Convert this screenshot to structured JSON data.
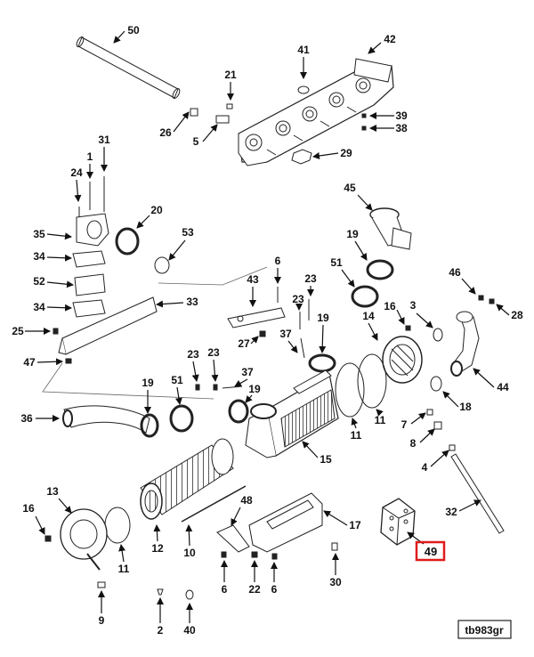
{
  "diagram": {
    "reference_code": "tb983gr",
    "highlighted_callout": "49",
    "highlight_color": "#e01b1b",
    "callouts": [
      {
        "id": "c50",
        "label": "50"
      },
      {
        "id": "c41",
        "label": "41"
      },
      {
        "id": "c42",
        "label": "42"
      },
      {
        "id": "c21",
        "label": "21"
      },
      {
        "id": "c39",
        "label": "39"
      },
      {
        "id": "c38",
        "label": "38"
      },
      {
        "id": "c26",
        "label": "26"
      },
      {
        "id": "c5",
        "label": "5"
      },
      {
        "id": "c29",
        "label": "29"
      },
      {
        "id": "c31",
        "label": "31"
      },
      {
        "id": "c24",
        "label": "24"
      },
      {
        "id": "c1",
        "label": "1"
      },
      {
        "id": "c45",
        "label": "45"
      },
      {
        "id": "c20",
        "label": "20"
      },
      {
        "id": "c35",
        "label": "35"
      },
      {
        "id": "c53",
        "label": "53"
      },
      {
        "id": "c34a",
        "label": "34"
      },
      {
        "id": "c19a",
        "label": "19"
      },
      {
        "id": "c52",
        "label": "52"
      },
      {
        "id": "c6a",
        "label": "6"
      },
      {
        "id": "c51a",
        "label": "51"
      },
      {
        "id": "c46",
        "label": "46"
      },
      {
        "id": "c34b",
        "label": "34"
      },
      {
        "id": "c43",
        "label": "43"
      },
      {
        "id": "c23a",
        "label": "23"
      },
      {
        "id": "c33",
        "label": "33"
      },
      {
        "id": "c23b",
        "label": "23"
      },
      {
        "id": "c16a",
        "label": "16"
      },
      {
        "id": "c3",
        "label": "3"
      },
      {
        "id": "c28",
        "label": "28"
      },
      {
        "id": "c25",
        "label": "25"
      },
      {
        "id": "c14",
        "label": "14"
      },
      {
        "id": "c19b",
        "label": "19"
      },
      {
        "id": "c37a",
        "label": "37"
      },
      {
        "id": "c27",
        "label": "27"
      },
      {
        "id": "c47",
        "label": "47"
      },
      {
        "id": "c23c",
        "label": "23"
      },
      {
        "id": "c23d",
        "label": "23"
      },
      {
        "id": "c44",
        "label": "44"
      },
      {
        "id": "c37b",
        "label": "37"
      },
      {
        "id": "c19c",
        "label": "19"
      },
      {
        "id": "c51b",
        "label": "51"
      },
      {
        "id": "c19d",
        "label": "19"
      },
      {
        "id": "c18",
        "label": "18"
      },
      {
        "id": "c36",
        "label": "36"
      },
      {
        "id": "c11a",
        "label": "11"
      },
      {
        "id": "c11b",
        "label": "11"
      },
      {
        "id": "c7",
        "label": "7"
      },
      {
        "id": "c8",
        "label": "8"
      },
      {
        "id": "c15",
        "label": "15"
      },
      {
        "id": "c4",
        "label": "4"
      },
      {
        "id": "c13",
        "label": "13"
      },
      {
        "id": "c48",
        "label": "48"
      },
      {
        "id": "c16b",
        "label": "16"
      },
      {
        "id": "c32",
        "label": "32"
      },
      {
        "id": "c17",
        "label": "17"
      },
      {
        "id": "c49",
        "label": "49"
      },
      {
        "id": "c11c",
        "label": "11"
      },
      {
        "id": "c12",
        "label": "12"
      },
      {
        "id": "c10",
        "label": "10"
      },
      {
        "id": "c6b",
        "label": "6"
      },
      {
        "id": "c22",
        "label": "22"
      },
      {
        "id": "c6c",
        "label": "6"
      },
      {
        "id": "c30",
        "label": "30"
      },
      {
        "id": "c9",
        "label": "9"
      },
      {
        "id": "c2",
        "label": "2"
      },
      {
        "id": "c40",
        "label": "40"
      }
    ]
  }
}
